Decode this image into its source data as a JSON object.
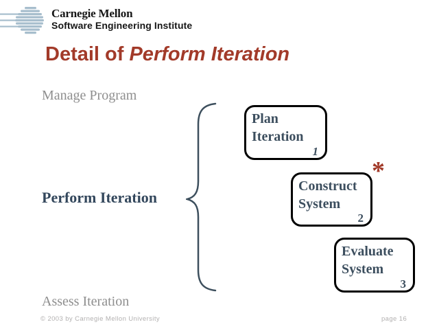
{
  "slide": {
    "logo": {
      "org": "Carnegie Mellon",
      "institute": "Software Engineering Institute"
    },
    "title": {
      "prefix": "Detail of ",
      "emphasis": "Perform Iteration"
    },
    "labels": {
      "manage": "Manage Program",
      "perform": "Perform Iteration",
      "assess": "Assess Iteration"
    },
    "boxes": [
      {
        "line1": "Plan",
        "line2": "Iteration",
        "number": "1"
      },
      {
        "line1": "Construct",
        "line2": "System",
        "number": "2",
        "asterisk": "*"
      },
      {
        "line1": "Evaluate",
        "line2": "System",
        "number": "3"
      }
    ],
    "footer": {
      "copyright": "© 2003 by Carnegie Mellon University",
      "page": "page 16"
    },
    "colors": {
      "title_red": "#A23A29",
      "box_text_slate": "#3C4E5E",
      "brace_slate": "#3D4F5D",
      "gray_label": "#8E8E8E",
      "footer_gray": "#B2B0B0",
      "logo_blue": "#A7BECD",
      "box_border": "#000000"
    }
  }
}
